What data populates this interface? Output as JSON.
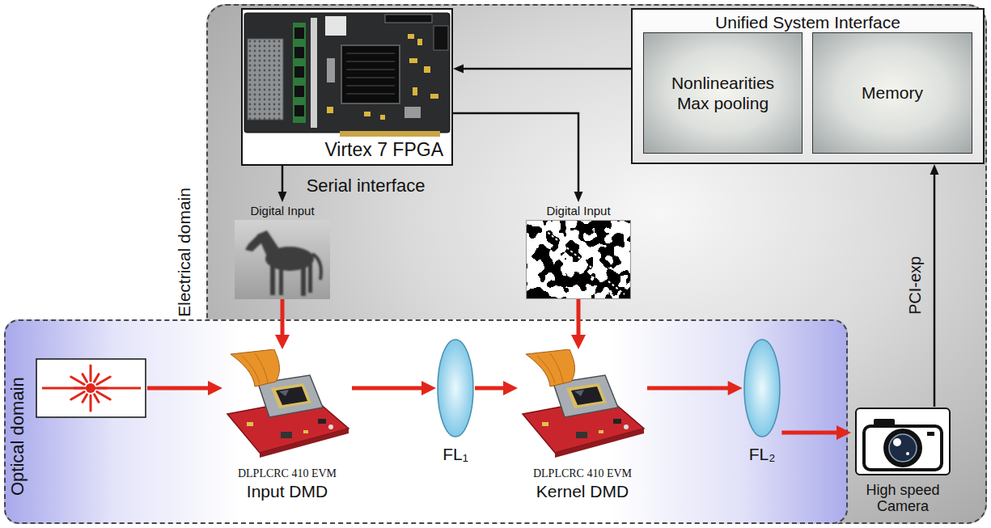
{
  "diagram": {
    "nodes": [
      {
        "text": [
          "Electrical domain"
        ]
      },
      {
        "text": [
          "Virtex 7 FPGA"
        ],
        "in": 0
      },
      {
        "text": [
          "Unified System Interface"
        ],
        "in": 0
      },
      {
        "text": [
          "Nonlinearities Max pooling"
        ],
        "in": 2
      },
      {
        "text": [
          "Memory"
        ],
        "in": 2
      },
      {
        "text": [
          "Digital Input"
        ],
        "in": 0
      },
      {
        "text": [
          "Digital Input"
        ],
        "in": 0
      },
      {
        "text": [
          "Optical domain"
        ]
      },
      {
        "text": [
          "DLPLCRC 410 EVM",
          "Input DMD"
        ],
        "in": 7
      },
      {
        "text": [
          "FL₁"
        ],
        "in": 7
      },
      {
        "text": [
          "DLPLCRC 410 EVM",
          "Kernel DMD"
        ],
        "in": 7
      },
      {
        "text": [
          "FL₂"
        ],
        "in": 7
      },
      {
        "text": [
          "High speed Camera"
        ],
        "in": 0
      }
    ],
    "edges": [
      {
        "from": 2,
        "to": 1,
        "arrow": "to"
      },
      {
        "from": 1,
        "to": 5,
        "arrow": "to"
      },
      {
        "from": 1,
        "to": 6,
        "arrow": "to"
      },
      {
        "from": 5,
        "to": 8,
        "arrow": "to"
      },
      {
        "from": 6,
        "to": 10,
        "arrow": "to"
      },
      {
        "from": 8,
        "to": 9,
        "arrow": "to"
      },
      {
        "from": 9,
        "to": 10,
        "arrow": "to"
      },
      {
        "from": 10,
        "to": 11,
        "arrow": "to"
      },
      {
        "from": 11,
        "to": 12,
        "arrow": "to"
      },
      {
        "from": 12,
        "to": 2,
        "label": "PCI-exp",
        "arrow": "to"
      }
    ],
    "labels": [
      "Serial interface"
    ]
  }
}
